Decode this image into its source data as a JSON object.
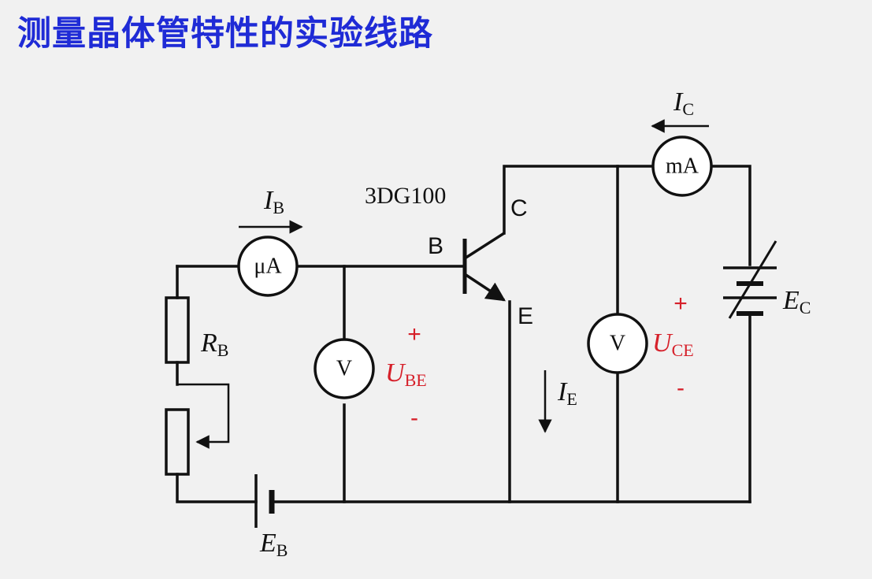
{
  "title": "测量晶体管特性的实验线路",
  "colors": {
    "title": "#1f2bd6",
    "wire": "#111111",
    "voltage_label": "#d6202a",
    "background": "#f1f1f1"
  },
  "transistor": {
    "model": "3DG100",
    "base": "B",
    "collector": "C",
    "emitter": "E"
  },
  "meters": {
    "micro_ammeter": "μA",
    "milli_ammeter": "mA",
    "voltmeter_be": "V",
    "voltmeter_ce": "V"
  },
  "currents": {
    "base": {
      "symbol": "I",
      "sub": "B"
    },
    "collector": {
      "symbol": "I",
      "sub": "C"
    },
    "emitter": {
      "symbol": "I",
      "sub": "E"
    }
  },
  "voltages": {
    "ube": {
      "symbol": "U",
      "sub": "BE",
      "plus": "+",
      "minus": "-"
    },
    "uce": {
      "symbol": "U",
      "sub": "CE",
      "plus": "+",
      "minus": "-"
    }
  },
  "components": {
    "base_resistor": {
      "symbol": "R",
      "sub": "B"
    },
    "base_source": {
      "symbol": "E",
      "sub": "B"
    },
    "collector_source": {
      "symbol": "E",
      "sub": "C"
    }
  }
}
